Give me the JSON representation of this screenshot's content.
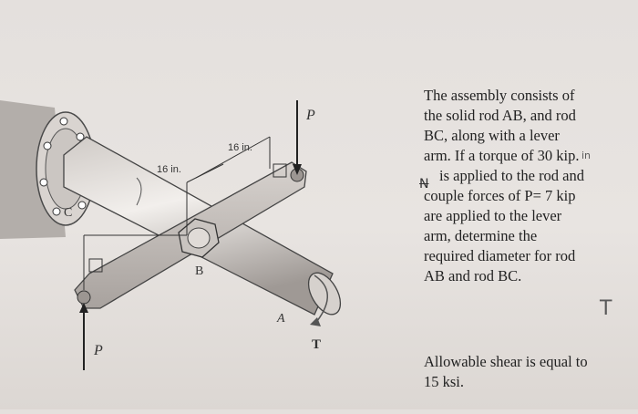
{
  "figure": {
    "labels": {
      "P_top": "P",
      "P_bottom": "P",
      "dim_a": "16 in.",
      "dim_b": "16 in.",
      "C": "C",
      "B": "B",
      "A": "A",
      "T": "T"
    }
  },
  "problem": {
    "lines": [
      "The assembly consists of",
      "the solid rod AB, and rod",
      "BC, along with a lever",
      "arm. If a torque of 30 kip.",
      "is applied to the rod and",
      "couple forces of P= 7 kip",
      "are applied to the lever",
      "arm, determine the",
      "required diameter for rod",
      "AB and rod BC."
    ],
    "handwriting_in": "in",
    "handwriting_N": "N",
    "handwriting_T": "T"
  },
  "allowable": {
    "lines": [
      "Allowable shear is equal to",
      "15 ksi."
    ]
  }
}
